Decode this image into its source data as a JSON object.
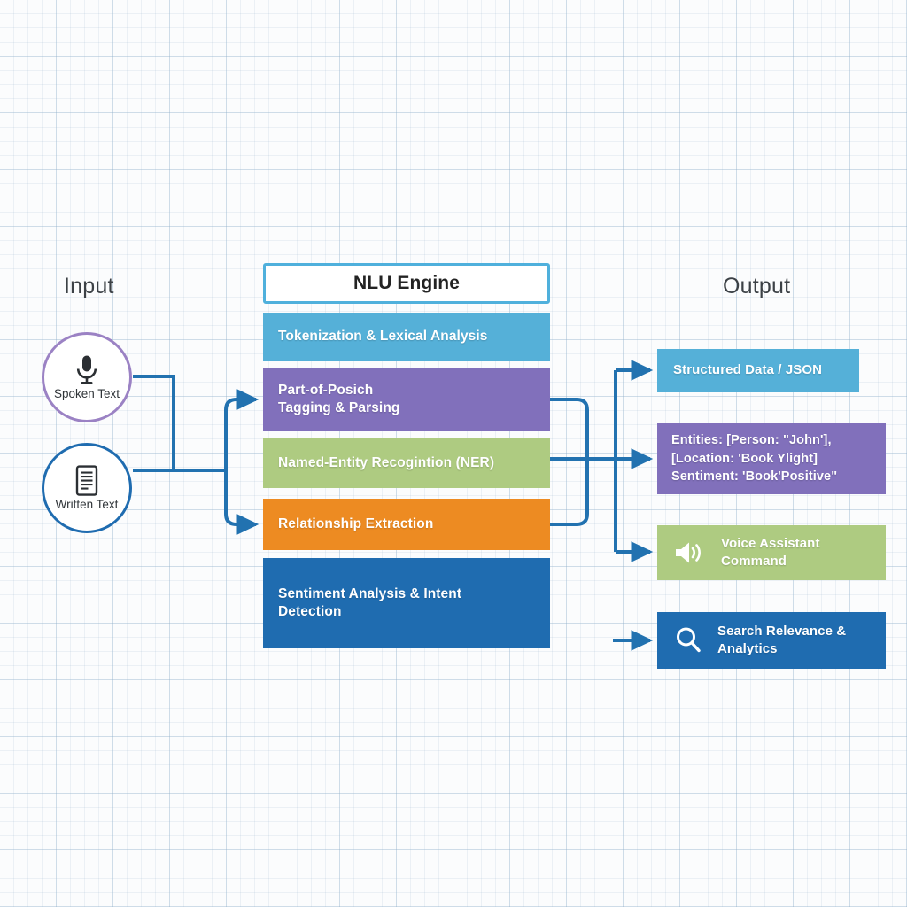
{
  "headings": {
    "input": "Input",
    "output": "Output"
  },
  "inputs": [
    {
      "label": "Spoken Text",
      "icon": "microphone-icon",
      "ring_color": "#9b82c4"
    },
    {
      "label": "Written Text",
      "icon": "document-icon",
      "ring_color": "#1f6cb0"
    }
  ],
  "engine": {
    "title": "NLU Engine",
    "border_color": "#4fb0dc",
    "stages": [
      {
        "label": "Tokenization & Lexical Analysis",
        "color": "#55b0d8"
      },
      {
        "label": "Part-of-Posich\nTagging & Parsing",
        "color": "#8170bb"
      },
      {
        "label": "Named-Entity Recogintion (NER)",
        "color": "#aecb81"
      },
      {
        "label": "Relationship Extraction",
        "color": "#ed8b22"
      },
      {
        "label": "Sentiment Analysis & Intent\nDetection",
        "color": "#1f6cb0"
      }
    ]
  },
  "outputs": [
    {
      "label": "Structured Data / JSON",
      "color": "#55b0d8",
      "icon": ""
    },
    {
      "label": "Entities: [Person: \"John'],\n[Location: 'Book Ylight]\nSentiment: 'Book'Positive\"",
      "color": "#8170bb",
      "icon": ""
    },
    {
      "label": "Voice Assistant\nCommand",
      "color": "#aecb81",
      "icon": "speaker-icon"
    },
    {
      "label": "Search Relevance &\nAnalytics",
      "color": "#1f6cb0",
      "icon": "search-icon"
    }
  ],
  "connector": {
    "color": "#2272b0",
    "width": 4
  }
}
